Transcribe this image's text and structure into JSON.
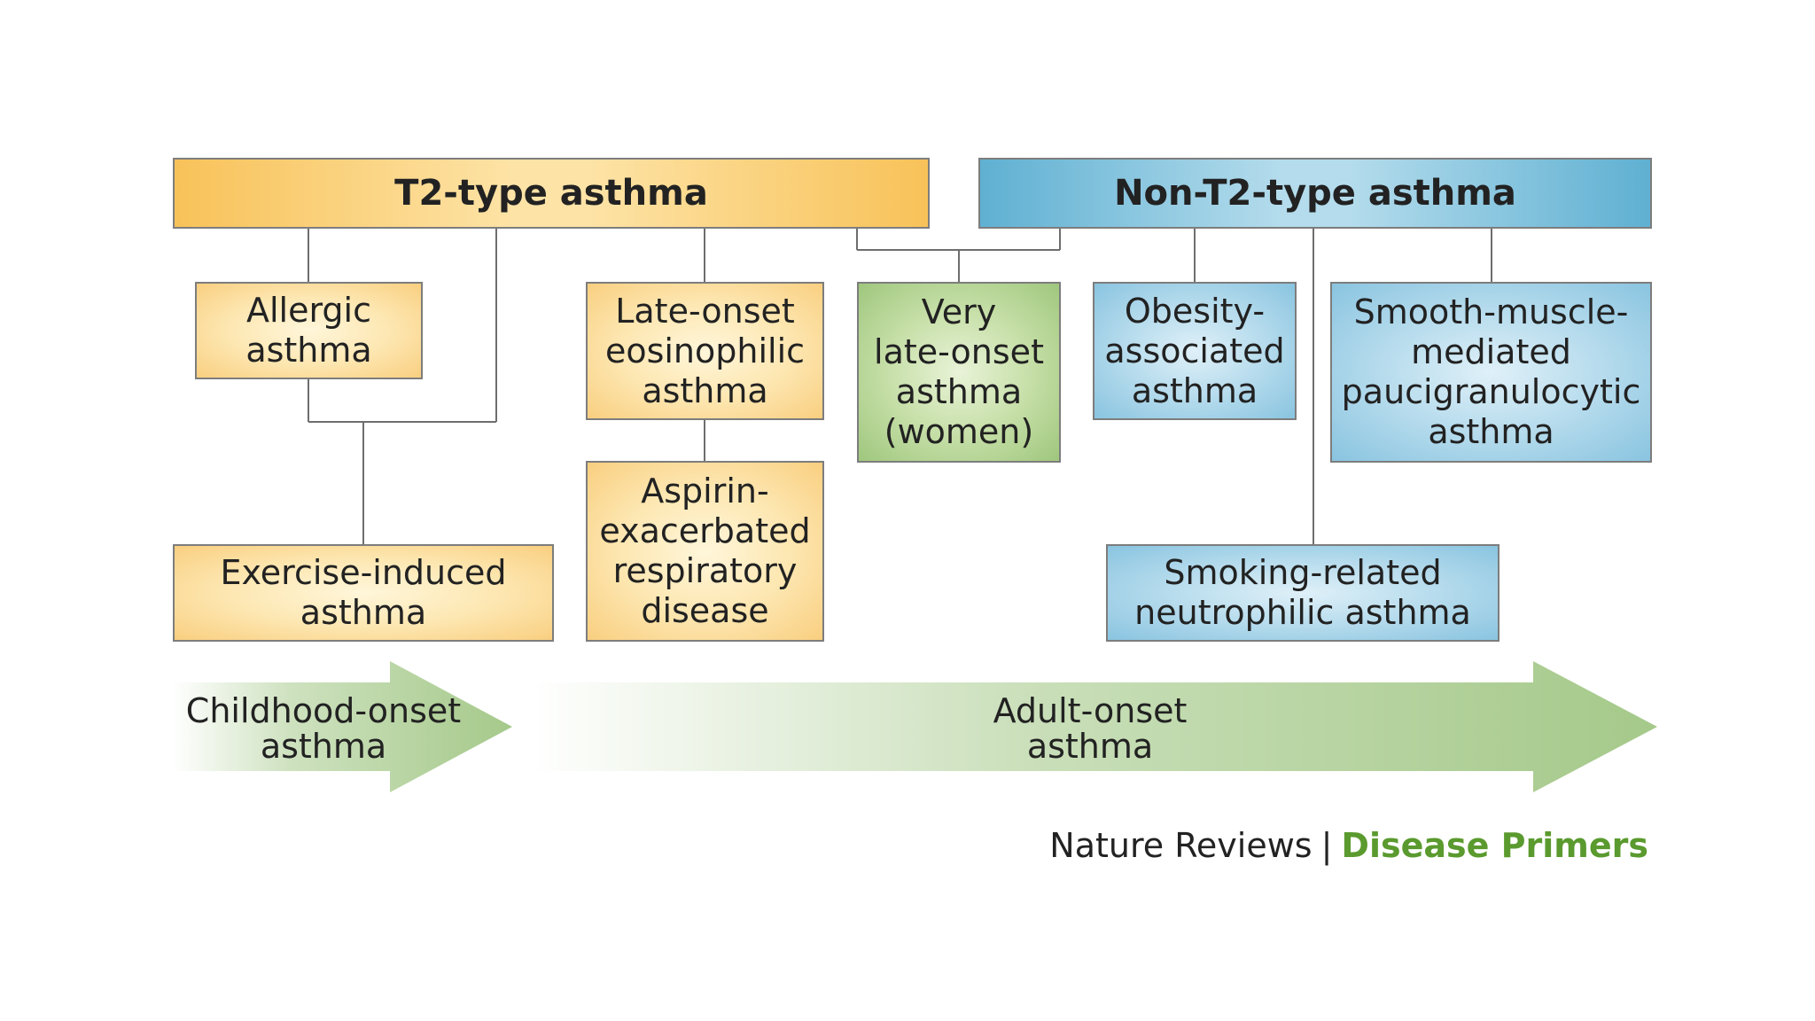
{
  "colors": {
    "t2_accent": "#f8c259",
    "non_t2_accent": "#5fb0d2",
    "green_accent": "#9fc77d",
    "arrow_green": "#a5c98a",
    "credit_green": "#5a9a2e"
  },
  "groups": {
    "t2": "T2-type asthma",
    "non_t2": "Non-T2-type asthma"
  },
  "phenotypes": {
    "allergic": [
      "Allergic",
      "asthma"
    ],
    "exercise": [
      "Exercise-induced",
      "asthma"
    ],
    "late_eos": [
      "Late-onset",
      "eosinophilic",
      "asthma"
    ],
    "aspirin": [
      "Aspirin-",
      "exacerbated",
      "respiratory",
      "disease"
    ],
    "very_late": [
      "Very",
      "late-onset",
      "asthma",
      "(women)"
    ],
    "obesity": [
      "Obesity-",
      "associated",
      "asthma"
    ],
    "smooth": [
      "Smooth-muscle-",
      "mediated",
      "paucigranulocytic",
      "asthma"
    ],
    "smoking": [
      "Smoking-related",
      "neutrophilic asthma"
    ]
  },
  "onset": {
    "childhood": [
      "Childhood-onset",
      "asthma"
    ],
    "adult": [
      "Adult-onset",
      "asthma"
    ]
  },
  "credit": {
    "journal": "Nature Reviews",
    "separator": "|",
    "series": "Disease Primers"
  }
}
